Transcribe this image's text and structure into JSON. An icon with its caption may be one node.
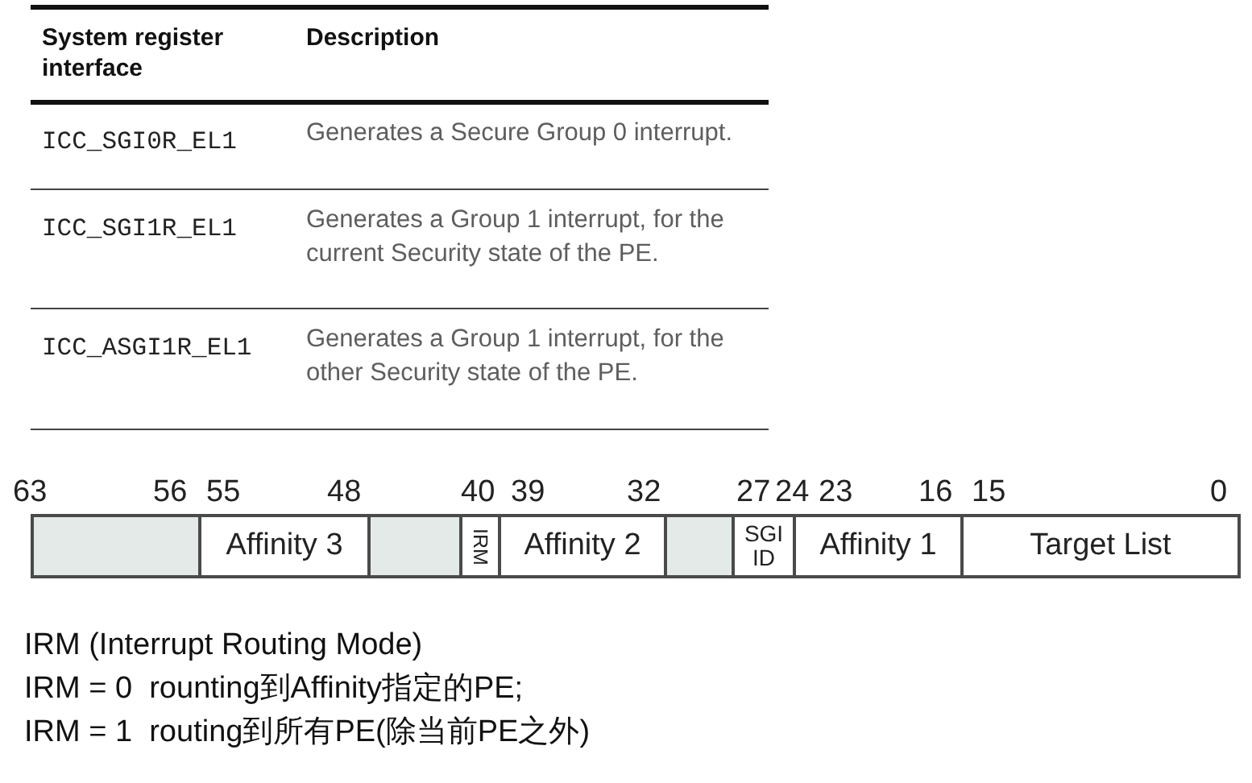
{
  "diagram": {
    "nodes": [
      {
        "text": [],
        "shape": "box"
      },
      {
        "text": [
          "Affinity 3"
        ]
      },
      {
        "text": [],
        "shape": "box"
      },
      {
        "text": [
          "IRM"
        ]
      },
      {
        "text": [
          "Affinity 2"
        ]
      },
      {
        "text": [],
        "shape": "box"
      },
      {
        "text": [
          "SGI ID"
        ]
      },
      {
        "text": [
          "Affinity 1"
        ]
      },
      {
        "text": [
          "Target List"
        ]
      }
    ],
    "labels": [
      "System register interface",
      "Description",
      "ICC_SGI0R_EL1",
      "Generates a Secure Group 0 interrupt.",
      "ICC_SGI1R_EL1",
      "Generates a Group 1 interrupt, for the current Security state of the PE.",
      "ICC_ASGI1R_EL1",
      "Generates a Group 1 interrupt, for the other Security state of the PE.",
      "63",
      "56",
      "55",
      "48",
      "40",
      "39",
      "32",
      "27",
      "24",
      "23",
      "16",
      "15",
      "0",
      "IRM (Interrupt Routing Mode)",
      "IRM = 0  rounting到Affinity指定的PE;",
      "IRM = 1  routing到所有PE(除当前PE之外)"
    ]
  }
}
